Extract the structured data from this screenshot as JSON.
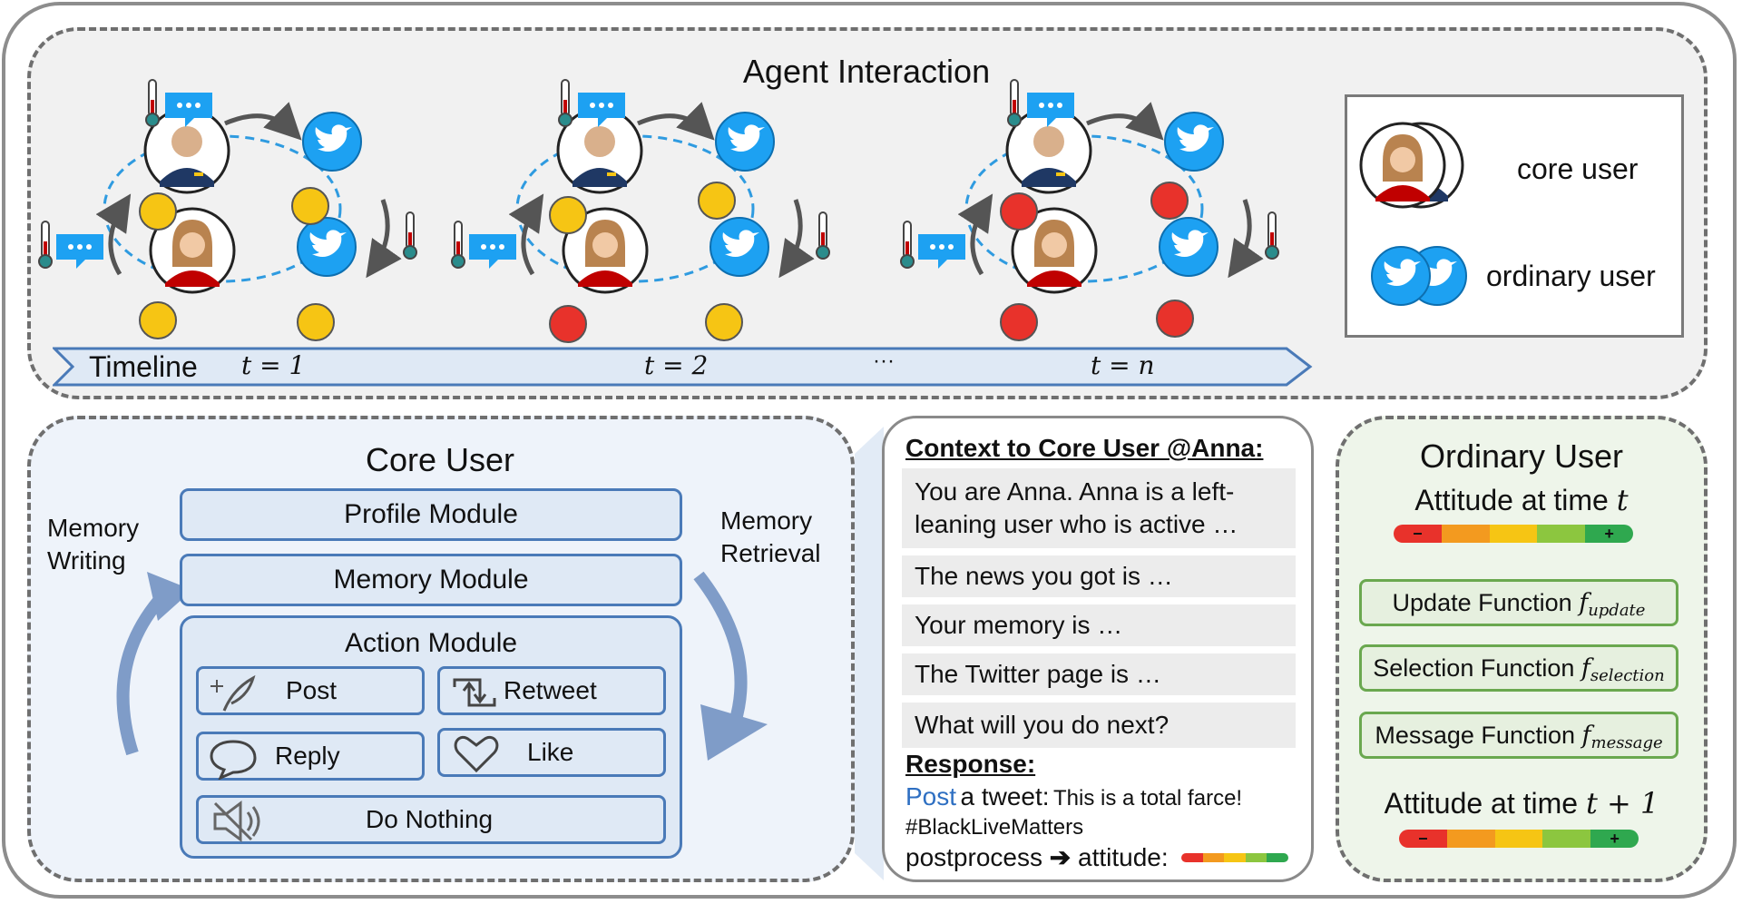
{
  "top": {
    "title": "Agent Interaction",
    "timeline": {
      "label": "Timeline",
      "t1": "t = 1",
      "t2": "t = 2",
      "ellipsis": "···",
      "tn": "t = n"
    },
    "legend": {
      "core": "core user",
      "ordinary": "ordinary user"
    }
  },
  "core": {
    "title": "Core User",
    "memory_writing": [
      "Memory",
      "Writing"
    ],
    "memory_retrieval": [
      "Memory",
      "Retrieval"
    ],
    "profile": "Profile Module",
    "memory": "Memory Module",
    "action": "Action Module",
    "actions": {
      "post": "Post",
      "retweet": "Retweet",
      "reply": "Reply",
      "like": "Like",
      "nothing": "Do Nothing"
    }
  },
  "context": {
    "heading": "Context to Core User @Anna:",
    "items": [
      "You are Anna. Anna is a left-leaning user who is active …",
      "The news you got is …",
      "Your memory is …",
      "The Twitter page is …",
      "What will you do next?"
    ],
    "response_heading": "Response:",
    "post_word": "Post",
    "tweet_prefix": "a tweet:",
    "tweet_text": "This is a total farce!",
    "hashtag": "#BlackLiveMatters",
    "postprocess": "postprocess",
    "attitude": "attitude:"
  },
  "ordinary": {
    "title": "Ordinary User",
    "attitude_t": "Attitude at time",
    "t_symbol": "t",
    "t_plus": "t + 1",
    "minus": "−",
    "plus": "+",
    "update": {
      "name": "Update Function",
      "fn": "f",
      "sub": "update"
    },
    "selection": {
      "name": "Selection Function",
      "fn": "f",
      "sub": "selection"
    },
    "message": {
      "name": "Message Function",
      "fn": "f",
      "sub": "message"
    }
  },
  "colors": {
    "accent_blue": "#4a7ab8",
    "twitter_blue": "#1da1f2",
    "bar": [
      "#e8322b",
      "#f39a1f",
      "#f6c514",
      "#8cc63f",
      "#2fa84f"
    ]
  }
}
